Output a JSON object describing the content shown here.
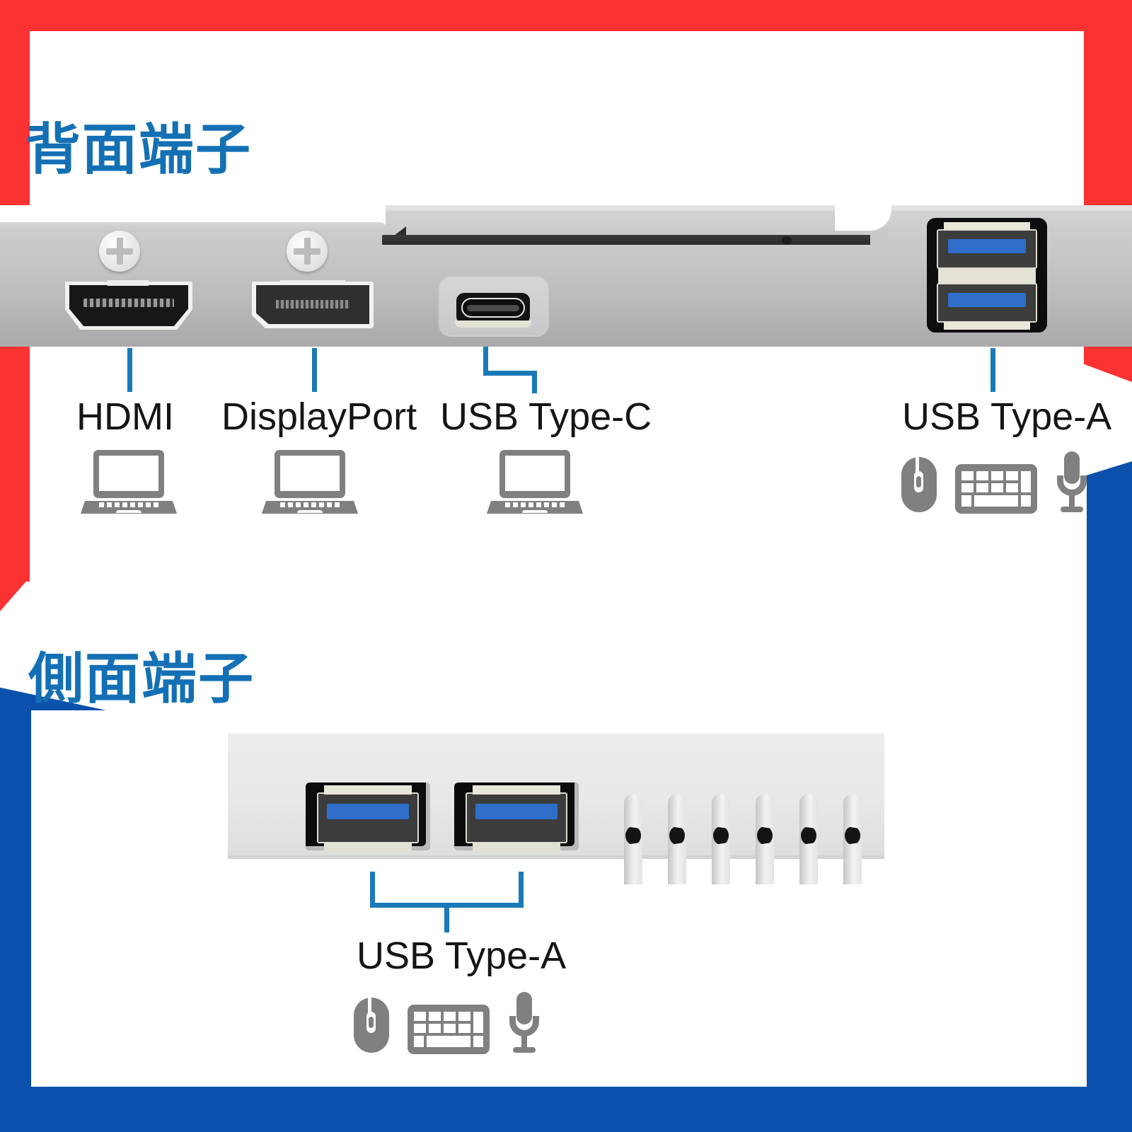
{
  "page": {
    "background": "#ffffff",
    "frame": {
      "red": "#fb3232",
      "blue": "#0b51ab",
      "accent_blue": "#1470b4",
      "lead_blue": "#1a7ab8"
    }
  },
  "sections": [
    {
      "id": "rear",
      "title": "背面端子",
      "ports": [
        {
          "label": "HDMI",
          "devices": [
            "laptop-icon"
          ]
        },
        {
          "label": "DisplayPort",
          "devices": [
            "laptop-icon"
          ]
        },
        {
          "label": "USB Type-C",
          "devices": [
            "laptop-icon"
          ]
        },
        {
          "label": "USB Type-A",
          "devices": [
            "mouse-icon",
            "keyboard-icon",
            "microphone-icon"
          ]
        }
      ]
    },
    {
      "id": "side",
      "title": "側面端子",
      "ports": [
        {
          "label": "USB Type-A",
          "devices": [
            "mouse-icon",
            "keyboard-icon",
            "microphone-icon"
          ]
        }
      ]
    }
  ],
  "labels": {
    "hdmi": "HDMI",
    "displayport": "DisplayPort",
    "usb_type_c": "USB Type-C",
    "usb_type_a_rear": "USB Type-A",
    "usb_type_a_side": "USB Type-A"
  },
  "icons": {
    "laptop": "laptop-icon",
    "mouse": "mouse-icon",
    "keyboard": "keyboard-icon",
    "microphone": "microphone-icon"
  },
  "hardware": {
    "rear_panel": {
      "screw_count": 2,
      "usb_a_rear_count": 2,
      "usb_a_rear_color": "#2f6ec9"
    },
    "side_panel": {
      "usb_a_side_count": 2,
      "vent_slot_count": 6,
      "usb_a_side_color": "#2f6ec9"
    }
  }
}
